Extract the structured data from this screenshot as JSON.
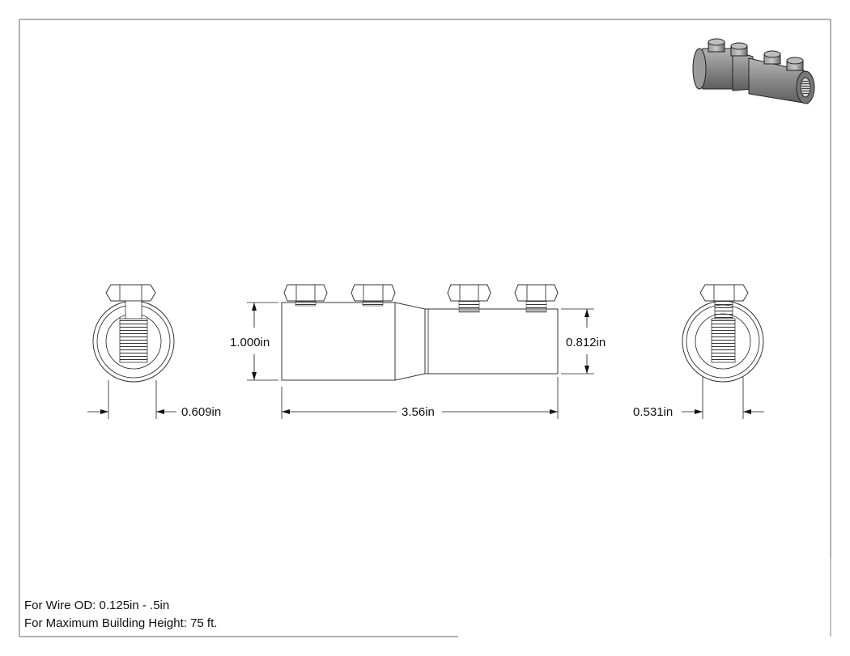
{
  "dimensions": {
    "left_end_width": "0.609in",
    "large_diameter": "1.000in",
    "overall_length": "3.56in",
    "small_diameter": "0.812in",
    "right_end_width": "0.531in"
  },
  "notes": {
    "wire_od": "For Wire OD: 0.125in - .5in",
    "max_building_height": "For Maximum Building Height: 75 ft."
  },
  "icons": {
    "iso_view": "isometric-connector-icon"
  },
  "colors": {
    "line": "#333333",
    "iso_body": "#8a8a8a"
  }
}
